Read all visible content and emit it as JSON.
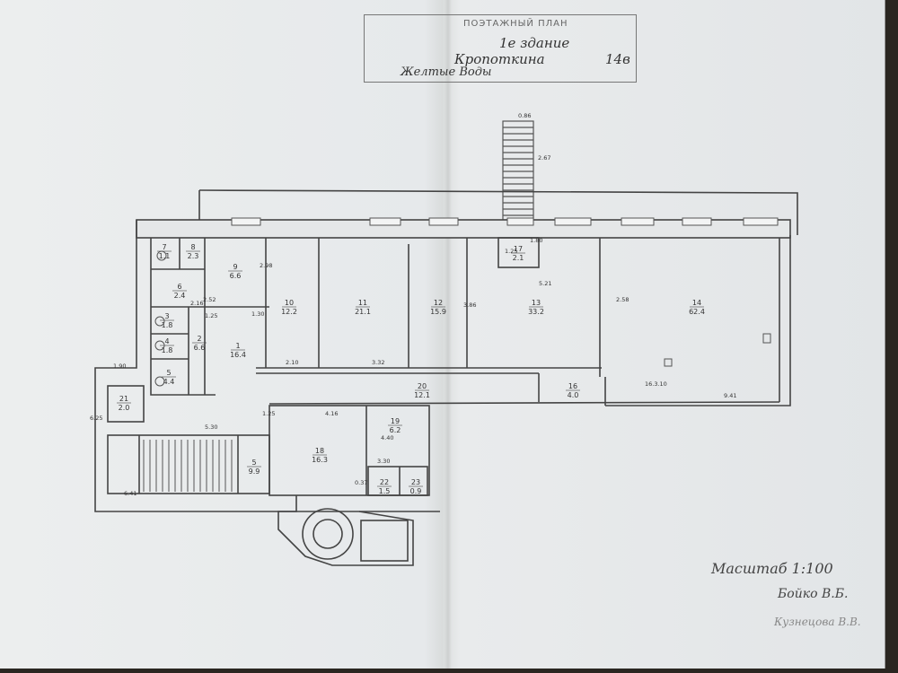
{
  "stamp": {
    "title": "ПОЭТАЖНЫЙ ПЛАН",
    "line_floor": "1е здание",
    "line_street": "Кропоткина",
    "house_number": "14в",
    "line_city": "Желтые Воды"
  },
  "scale_label": "Масштаб 1:100",
  "signature_1": "Бойко В.Б.",
  "signature_2": "Кузнецова В.В.",
  "rooms": [
    {
      "id": "room-7",
      "num": "7",
      "area": "1.1"
    },
    {
      "id": "room-8",
      "num": "8",
      "area": "2.3"
    },
    {
      "id": "room-9",
      "num": "9",
      "area": "6.6"
    },
    {
      "id": "room-6",
      "num": "6",
      "area": "2.4"
    },
    {
      "id": "room-3",
      "num": "3",
      "area": "1.8"
    },
    {
      "id": "room-4",
      "num": "4",
      "area": "1.8"
    },
    {
      "id": "room-5",
      "num": "5",
      "area": "4.4"
    },
    {
      "id": "room-2",
      "num": "2",
      "area": "6.6"
    },
    {
      "id": "room-1",
      "num": "1",
      "area": "16.4"
    },
    {
      "id": "room-10",
      "num": "10",
      "area": "12.2"
    },
    {
      "id": "room-11",
      "num": "11",
      "area": "21.1"
    },
    {
      "id": "room-12",
      "num": "12",
      "area": "15.9"
    },
    {
      "id": "room-13",
      "num": "13",
      "area": "33.2"
    },
    {
      "id": "room-14",
      "num": "14",
      "area": "62.4"
    },
    {
      "id": "room-17",
      "num": "17",
      "area": "2.1"
    },
    {
      "id": "room-20",
      "num": "20",
      "area": "12.1"
    },
    {
      "id": "room-16",
      "num": "16",
      "area": "4.0"
    },
    {
      "id": "room-21",
      "num": "21",
      "area": "2.0"
    },
    {
      "id": "room-5b",
      "num": "5",
      "area": "9.9"
    },
    {
      "id": "room-18",
      "num": "18",
      "area": "16.3"
    },
    {
      "id": "room-19",
      "num": "19",
      "area": "6.2"
    },
    {
      "id": "room-22",
      "num": "22",
      "area": "1.5"
    },
    {
      "id": "room-23",
      "num": "23",
      "area": "0.9"
    }
  ],
  "dimensions": [
    "1.90",
    "6.25",
    "5.30",
    "6.41",
    "2.52",
    "2.16",
    "1.30",
    "1.25",
    "2.10",
    "3.32",
    "5.21",
    "1.80",
    "1.25",
    "2.58",
    "9.41",
    "16.3.10",
    "4.16",
    "3.30",
    "1.25",
    "0.37",
    "4.40",
    "0.86",
    "2.98",
    "2.67",
    "3.86"
  ]
}
